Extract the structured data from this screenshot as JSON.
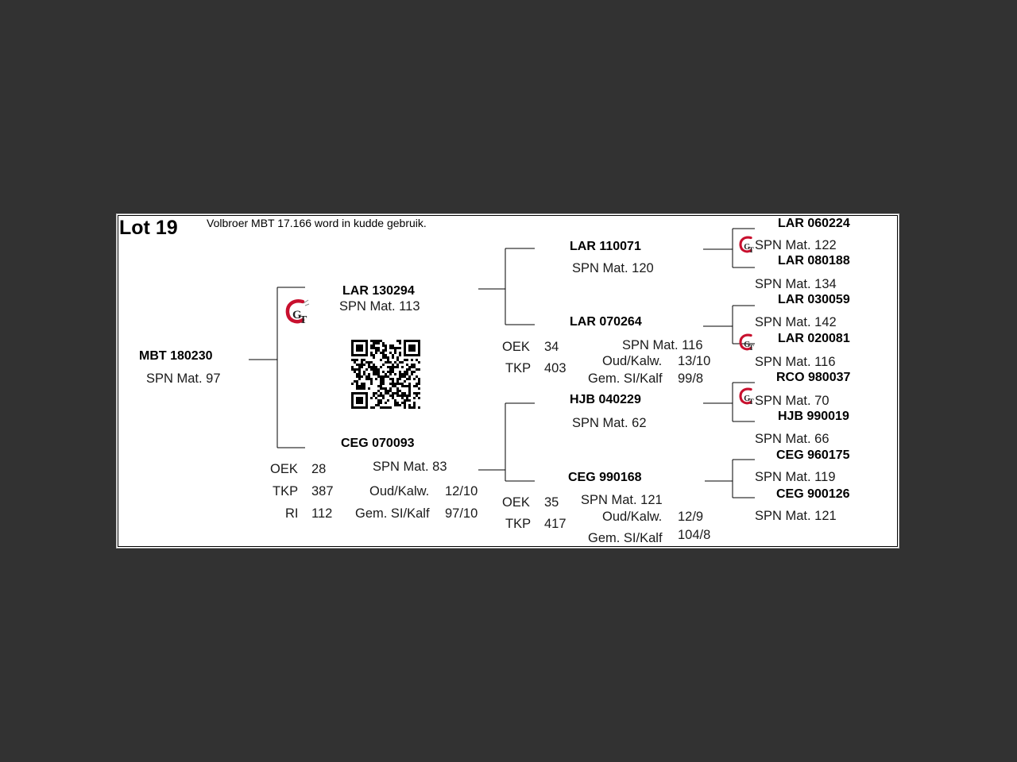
{
  "lot": {
    "title": "Lot 19",
    "note": "Volbroer MBT 17.166 word in kudde gebruik."
  },
  "animal": {
    "id": "MBT 180230",
    "spn": "SPN Mat. 97"
  },
  "sire": {
    "id": "LAR 130294",
    "spn": "SPN Mat. 113"
  },
  "dam": {
    "id": "CEG 070093",
    "spn": "SPN Mat. 83",
    "oek_label": "OEK",
    "oek": "28",
    "tkp_label": "TKP",
    "tkp": "387",
    "ri_label": "RI",
    "ri": "112",
    "oud_label": "Oud/Kalw.",
    "oud": "12/10",
    "gem_label": "Gem. SI/Kalf",
    "gem": "97/10"
  },
  "ss": {
    "id": "LAR 110071",
    "spn": "SPN Mat. 120"
  },
  "sd": {
    "id": "LAR 070264",
    "spn": "SPN Mat. 116",
    "oek_label": "OEK",
    "oek": "34",
    "tkp_label": "TKP",
    "tkp": "403",
    "oud_label": "Oud/Kalw.",
    "oud": "13/10",
    "gem_label": "Gem. SI/Kalf",
    "gem": "99/8"
  },
  "ds": {
    "id": "HJB 040229",
    "spn": "SPN Mat. 62"
  },
  "dd": {
    "id": "CEG 990168",
    "spn": "SPN Mat. 121",
    "oek_label": "OEK",
    "oek": "35",
    "tkp_label": "TKP",
    "tkp": "417",
    "oud_label": "Oud/Kalw.",
    "oud": "12/9",
    "gem_label": "Gem. SI/Kalf",
    "gem": "104/8"
  },
  "gg": [
    {
      "id": "LAR 060224",
      "spn": "SPN Mat. 122"
    },
    {
      "id": "LAR 080188",
      "spn": "SPN Mat. 134"
    },
    {
      "id": "LAR 030059",
      "spn": "SPN Mat. 142"
    },
    {
      "id": "LAR 020081",
      "spn": "SPN Mat. 116"
    },
    {
      "id": "RCO 980037",
      "spn": "SPN Mat. 70"
    },
    {
      "id": "HJB 990019",
      "spn": "SPN Mat. 66"
    },
    {
      "id": "CEG 960175",
      "spn": "SPN Mat. 119"
    },
    {
      "id": "CEG 900126",
      "spn": "SPN Mat. 121"
    }
  ],
  "icons": {
    "logo": "gt-breeder-logo-icon",
    "qr": "qr-code-icon"
  },
  "colors": {
    "logo_red": "#c8102e",
    "background": "#323232"
  }
}
